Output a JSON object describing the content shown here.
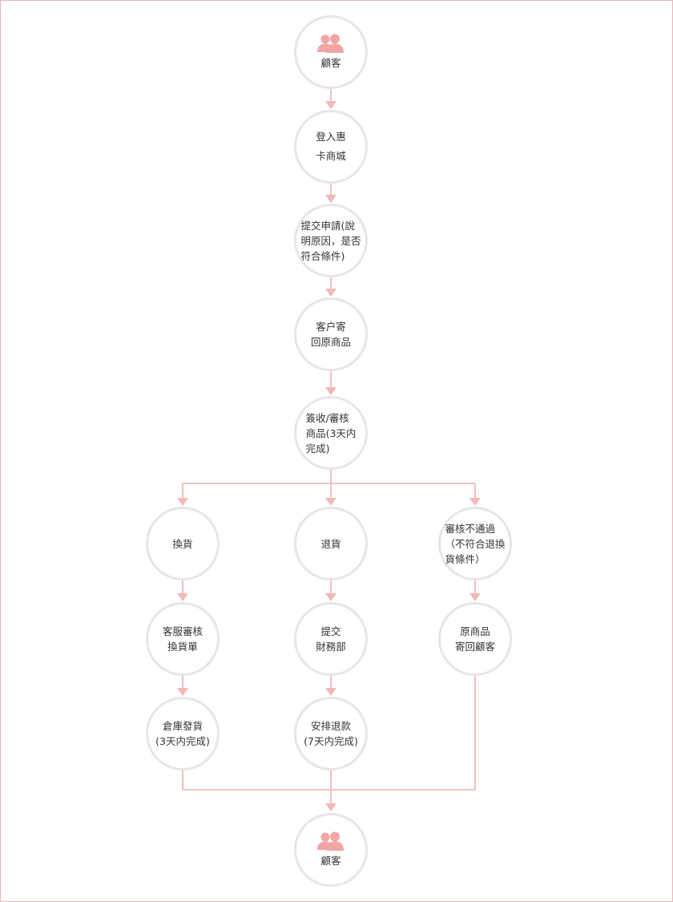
{
  "colors": {
    "line": "#f2c0c0",
    "arrow": "#f2b8b8",
    "circle_border": "#e6e6e6",
    "icon": "#f2a5a5",
    "frame": "#e8b4b4",
    "text": "#333333"
  },
  "nodes": {
    "customer_top": {
      "label": "顧客",
      "icon": "customers-icon"
    },
    "login": {
      "label": "登入惠\n卡商城"
    },
    "submit": {
      "label": "提交申請(說\n明原因，是否\n符合條件)"
    },
    "ship_back": {
      "label": "客户寄\n回原商品"
    },
    "review": {
      "label": "簽收/審核\n商品(3天内\n完成)"
    },
    "exchange": {
      "label": "換貨"
    },
    "return": {
      "label": "退貨"
    },
    "rejected": {
      "label": "審核不通過\n（不符合退換\n貨條件）"
    },
    "cs_review": {
      "label": "客服審核\n換貨單"
    },
    "finance": {
      "label": "提交\n財務部"
    },
    "send_original": {
      "label": "原商品\n寄回顧客"
    },
    "warehouse": {
      "label": "倉庫發貨\n(3天内完成)"
    },
    "refund": {
      "label": "安排退款\n(7天内完成)"
    },
    "customer_bottom": {
      "label": "顧客",
      "icon": "customers-icon"
    }
  }
}
